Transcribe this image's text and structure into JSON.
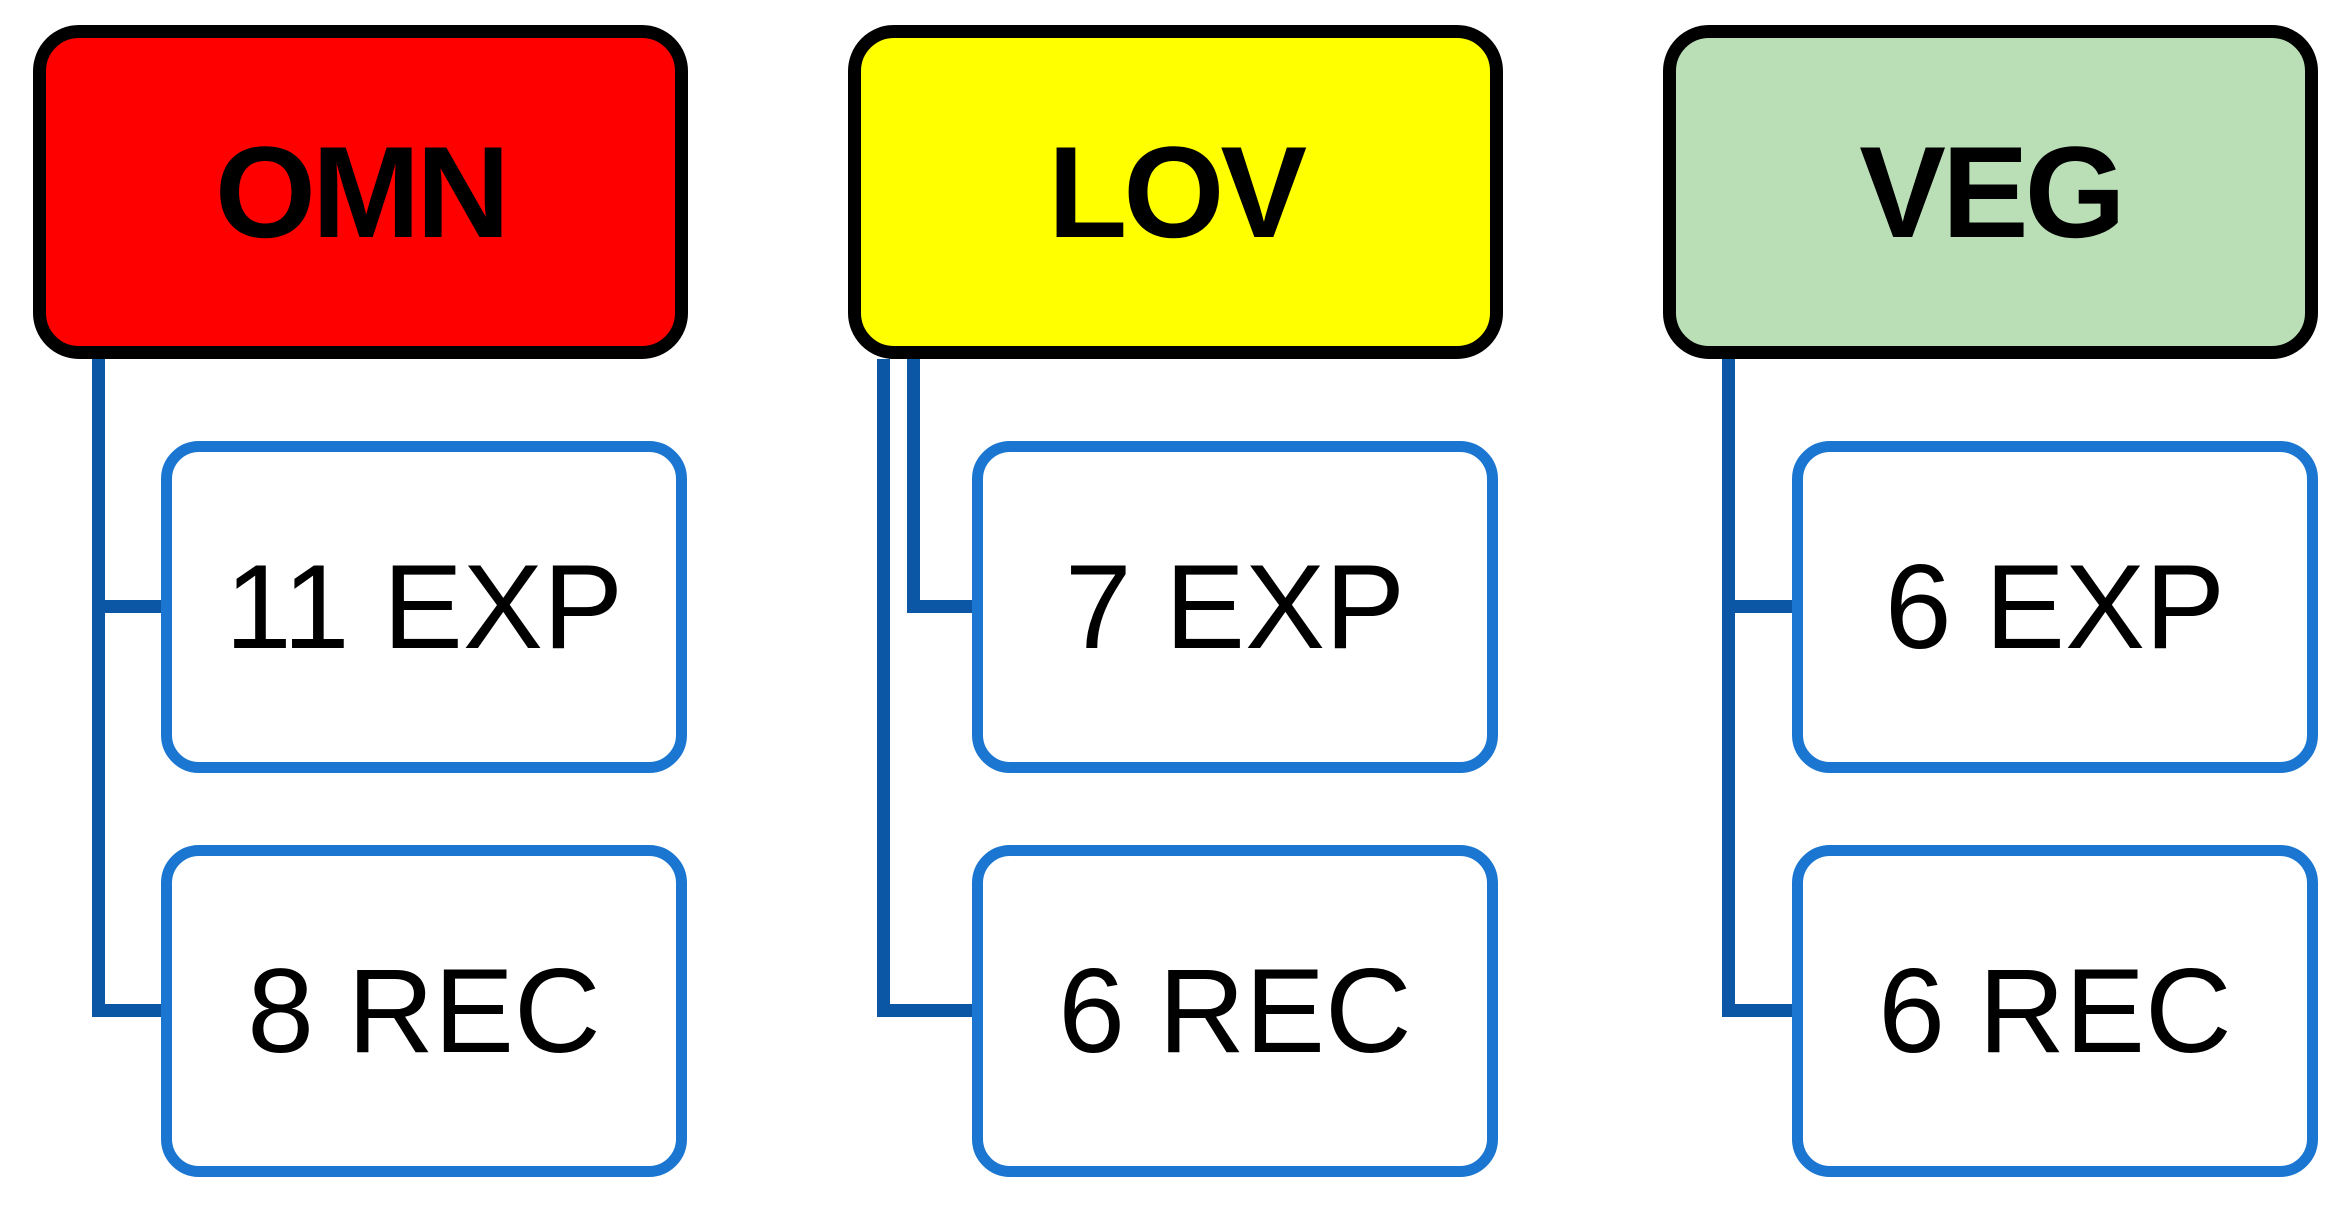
{
  "diagram": {
    "type": "hierarchy",
    "background": "#ffffff",
    "text_color": "#000000",
    "parent_border_color": "#000000",
    "child_border_color": "#1B76D1",
    "connector_color": "#0C57A5",
    "groups": [
      {
        "label": "OMN",
        "fill": "#FF0000",
        "children": [
          {
            "label": "11 EXP"
          },
          {
            "label": "8 REC"
          }
        ]
      },
      {
        "label": "LOV",
        "fill": "#FFFF00",
        "children": [
          {
            "label": "7 EXP"
          },
          {
            "label": "6 REC"
          }
        ]
      },
      {
        "label": "VEG",
        "fill": "#BADFB6",
        "children": [
          {
            "label": "6 EXP"
          },
          {
            "label": "6 REC"
          }
        ]
      }
    ]
  }
}
